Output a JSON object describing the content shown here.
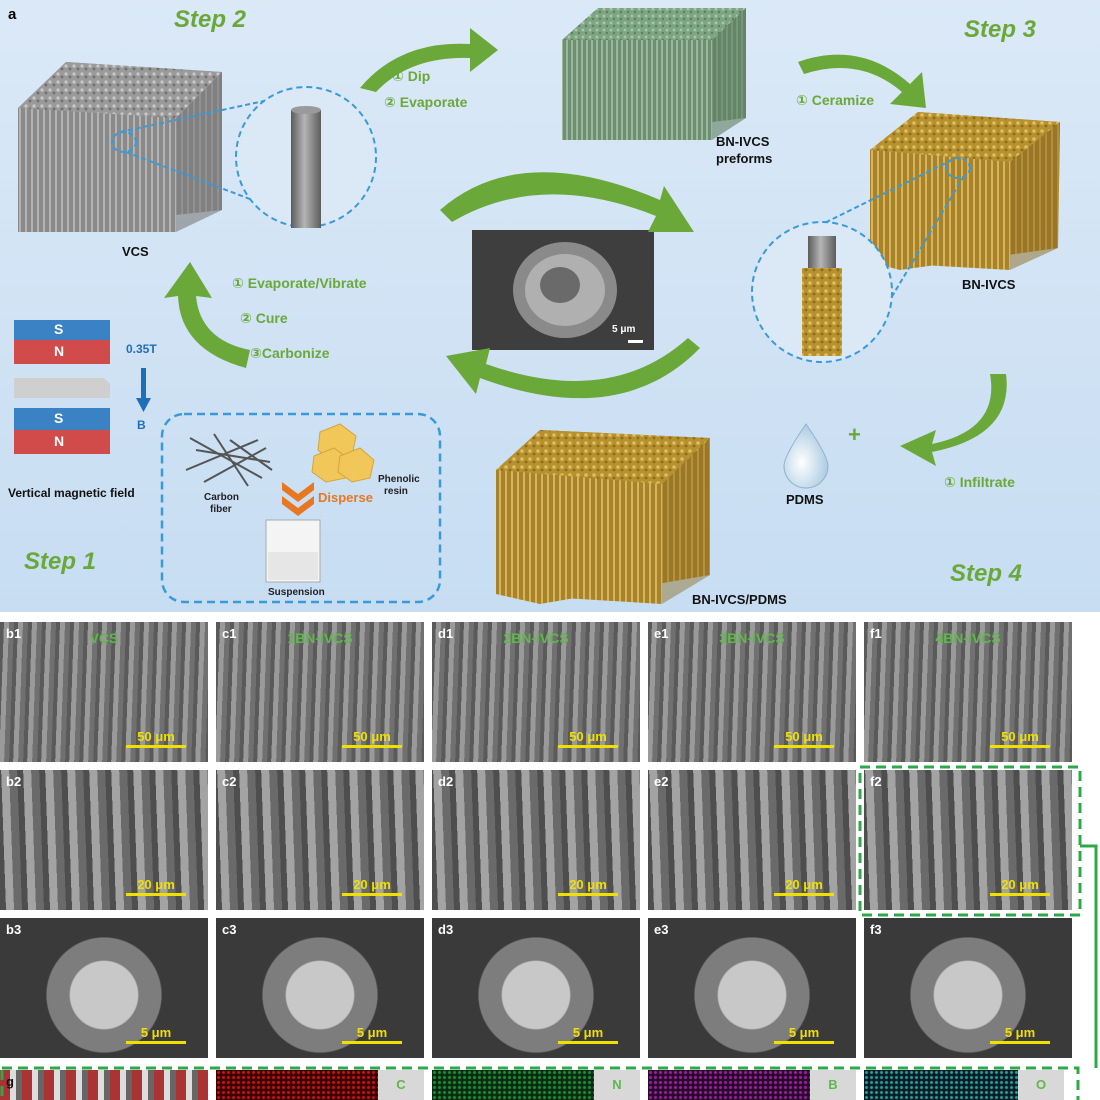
{
  "panel_letter": "a",
  "steps": {
    "step1": "Step 1",
    "step2": "Step 2",
    "step3": "Step 3",
    "step4": "Step 4"
  },
  "step2_actions": [
    "① Dip",
    "② Evaporate"
  ],
  "step3_actions": [
    "① Ceramize"
  ],
  "step4_actions": [
    "① Infiltrate"
  ],
  "step1_actions": [
    "① Evaporate/Vibrate",
    "② Cure",
    "③Carbonize"
  ],
  "labels": {
    "vcs": "VCS",
    "preforms_line1": "BN-IVCS",
    "preforms_line2": "preforms",
    "bn_ivcs": "BN-IVCS",
    "bn_ivcs_pdms": "BN-IVCS/PDMS",
    "pdms": "PDMS",
    "plus": "+",
    "field_strength": "0.35T",
    "field_vector": "B",
    "vertical_field": "Vertical magnetic field",
    "magnet_s": "S",
    "magnet_n": "N",
    "carbon_fiber_line1": "Carbon",
    "carbon_fiber_line2": "fiber",
    "disperse": "Disperse",
    "phenolic_line1": "Phenolic",
    "phenolic_line2": "resin",
    "suspension": "Suspension",
    "sem_scale": "5 μm"
  },
  "colors": {
    "accent_green": "#6aa83a",
    "magnet_blue": "#3b82c4",
    "magnet_red": "#d14b4b",
    "scale_yellow": "#f0e000",
    "dashed_blue": "#3a9ad9",
    "highlight_green": "#2fa84a"
  },
  "rows": [
    {
      "panels": [
        {
          "id": "b1",
          "name": "VCS",
          "scale": "50 μm"
        },
        {
          "id": "c1",
          "name": "1BN-IVCS",
          "scale": "50 μm"
        },
        {
          "id": "d1",
          "name": "2BN-IVCS",
          "scale": "50 μm"
        },
        {
          "id": "e1",
          "name": "3BN-IVCS",
          "scale": "50 μm"
        },
        {
          "id": "f1",
          "name": "4BN-IVCS",
          "scale": "50 μm"
        }
      ]
    },
    {
      "panels": [
        {
          "id": "b2",
          "scale": "20 μm"
        },
        {
          "id": "c2",
          "scale": "20 μm"
        },
        {
          "id": "d2",
          "scale": "20 μm"
        },
        {
          "id": "e2",
          "scale": "20 μm"
        },
        {
          "id": "f2",
          "scale": "20 μm"
        }
      ]
    },
    {
      "panels": [
        {
          "id": "b3",
          "scale": "5 μm"
        },
        {
          "id": "c3",
          "scale": "5 μm"
        },
        {
          "id": "d3",
          "scale": "5 μm"
        },
        {
          "id": "e3",
          "scale": "5 μm"
        },
        {
          "id": "f3",
          "scale": "5 μm"
        }
      ]
    }
  ],
  "eds": {
    "id": "g",
    "elements": [
      "C",
      "N",
      "B",
      "O"
    ]
  }
}
